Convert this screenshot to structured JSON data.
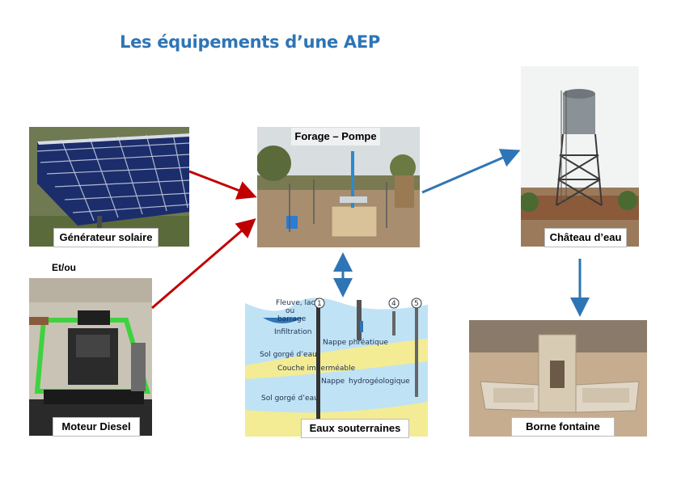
{
  "title": "Les équipements d’une AEP",
  "connector_text": "Et/ou",
  "nodes": {
    "solar": {
      "label": "Générateur solaire"
    },
    "diesel": {
      "label": "Moteur Diesel"
    },
    "forage": {
      "label": "Forage – Pompe"
    },
    "chateau": {
      "label": "Château d’eau"
    },
    "eaux": {
      "label": "Eaux souterraines"
    },
    "borne": {
      "label": "Borne fontaine"
    }
  },
  "groundwater_diagram": {
    "labels": [
      "Fleuve, lac",
      "ou",
      "barrage",
      "Infiltration",
      "Sol gorgé d’eau",
      "Nappe",
      "phréatique",
      "Couche imperméable",
      "Nappe",
      "hydrogéologique",
      "Sol gorgé d’eau"
    ],
    "well_numbers": [
      "1",
      "4",
      "5"
    ]
  },
  "colors": {
    "title": "#2e75b6",
    "arrow_red": "#c00000",
    "arrow_blue": "#2e75b6"
  }
}
